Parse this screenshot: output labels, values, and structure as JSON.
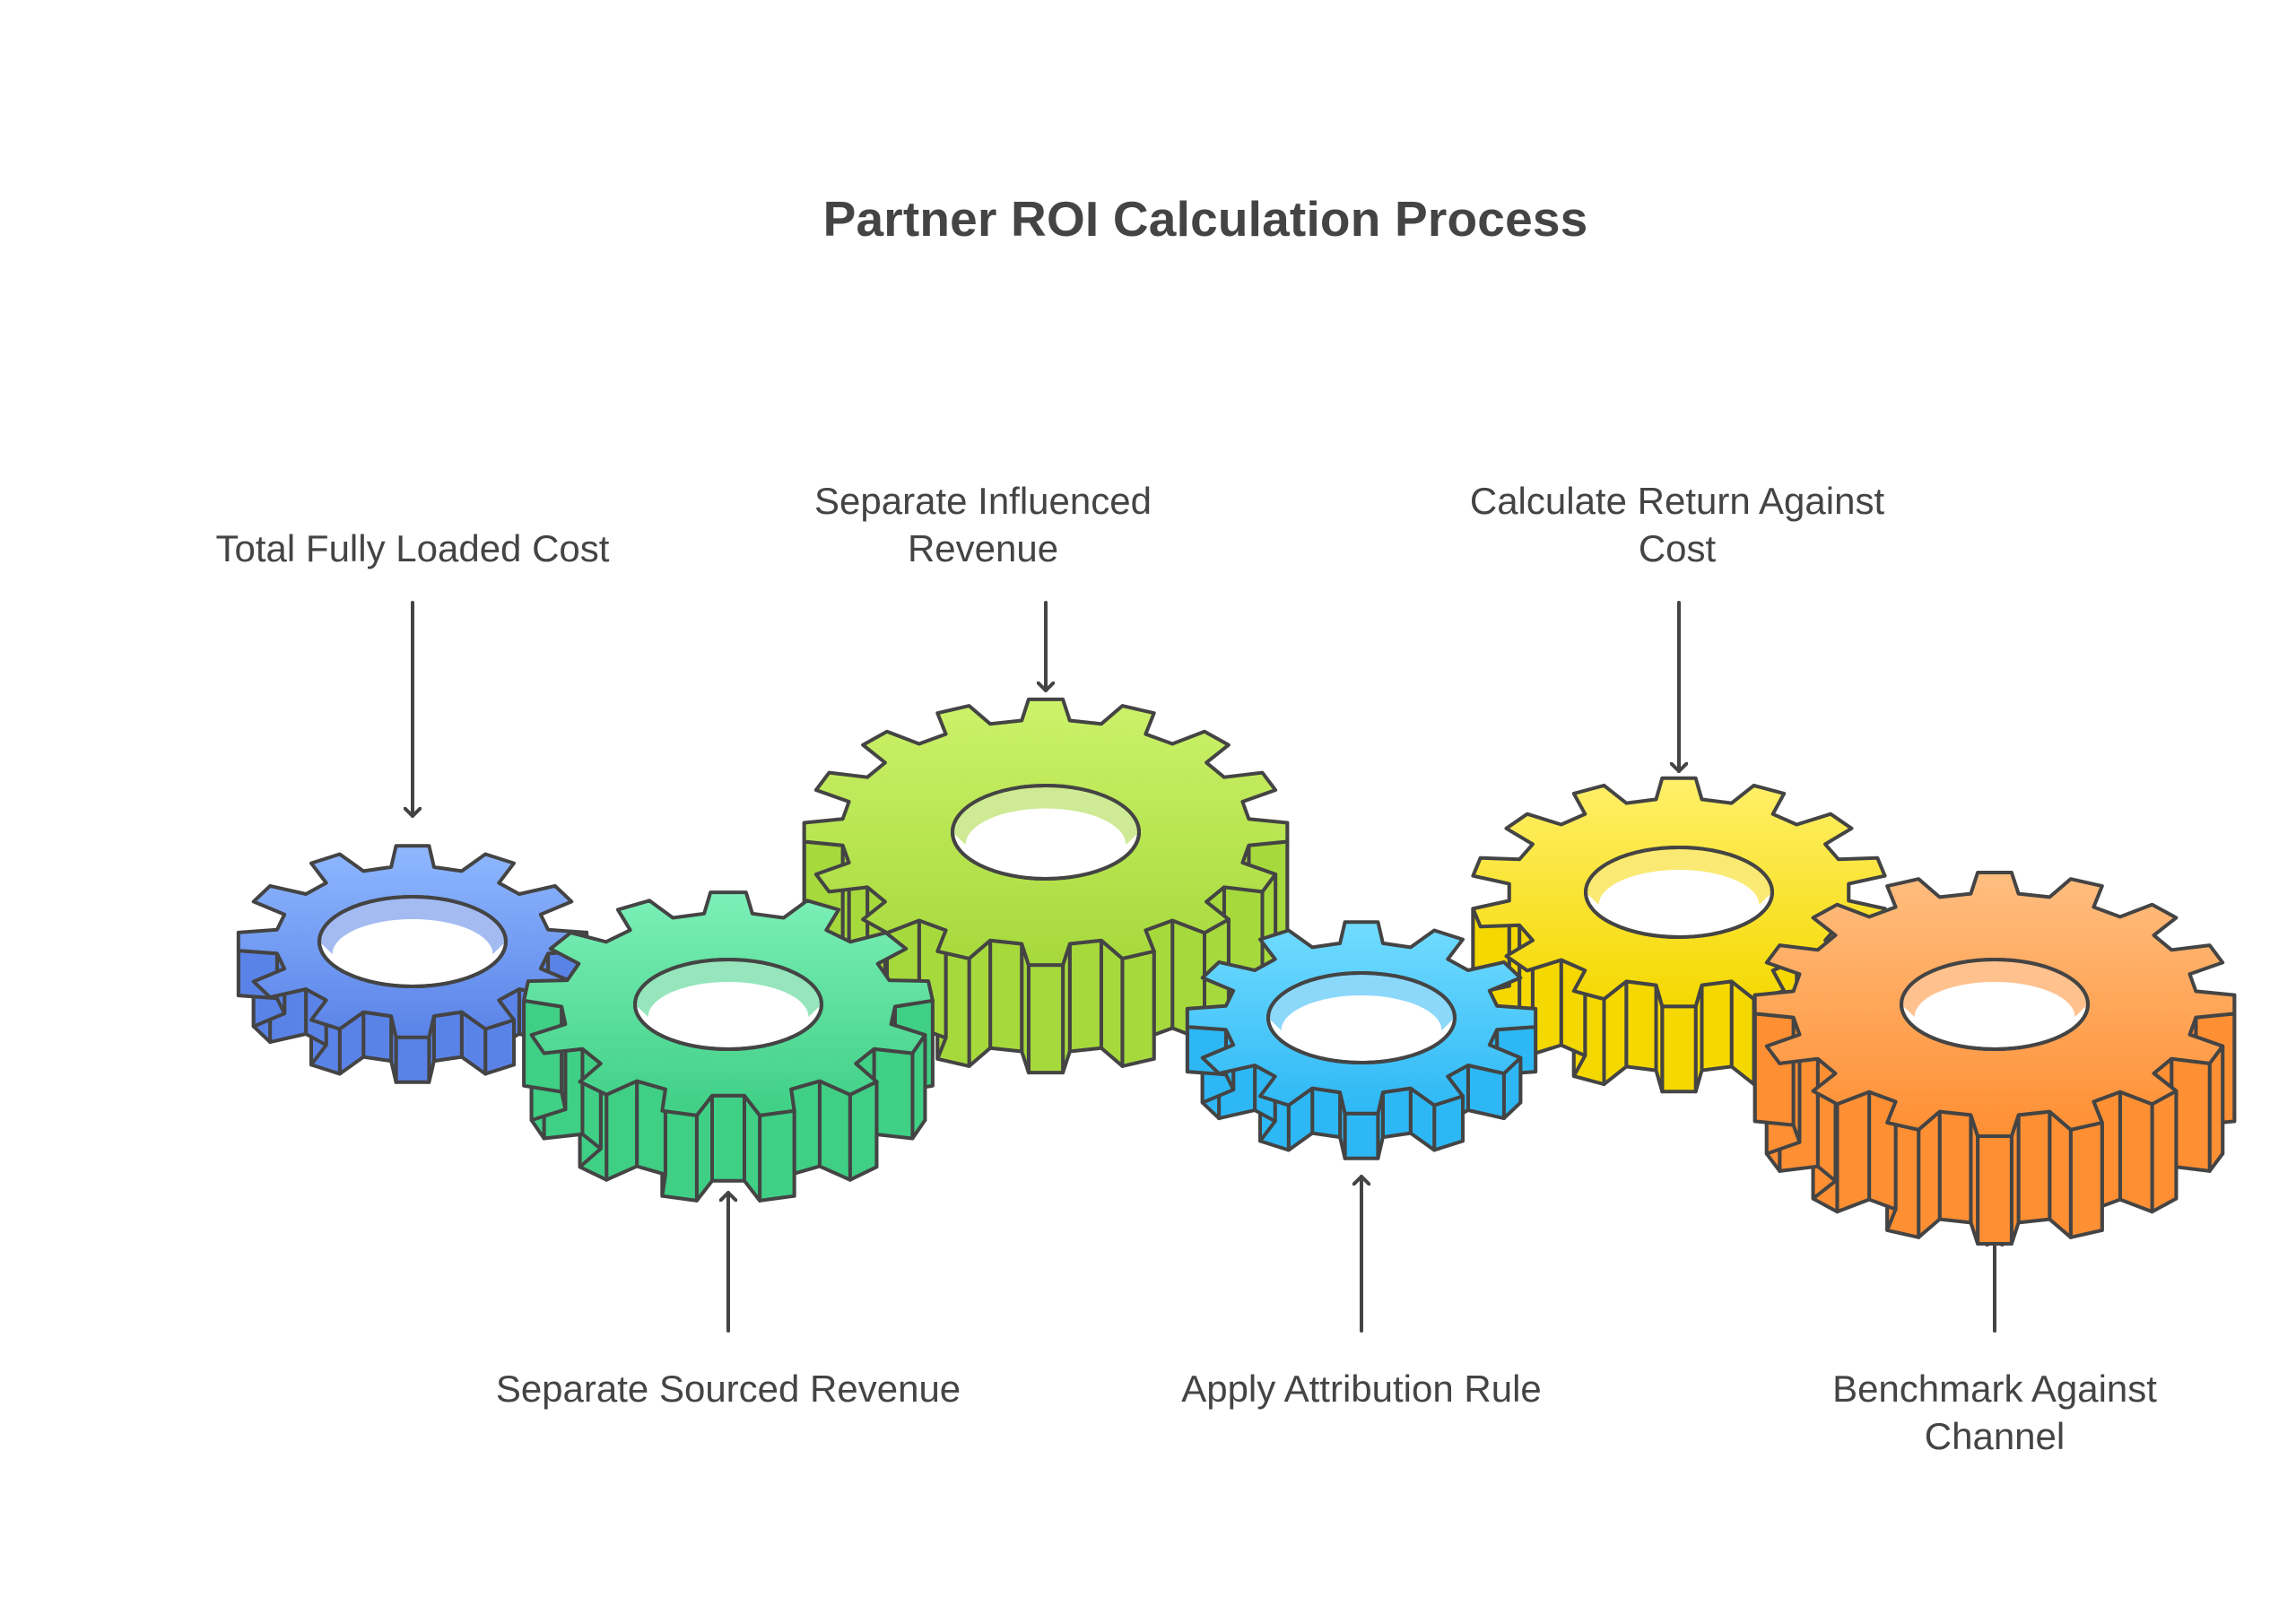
{
  "title": "Partner ROI Calculation Process",
  "steps": [
    {
      "label": "Total Fully Loaded Cost",
      "color_light": "#8fb8ff",
      "color_dark": "#5a83e8",
      "pointer": "above"
    },
    {
      "label": "Separate Sourced Revenue",
      "color_light": "#7cf0b8",
      "color_dark": "#3fcf85",
      "pointer": "below"
    },
    {
      "label": "Separate Influenced Revenue",
      "color_light": "#ccf26a",
      "color_dark": "#a6d93c",
      "pointer": "above"
    },
    {
      "label": "Apply Attribution Rule",
      "color_light": "#72dcff",
      "color_dark": "#2db8f5",
      "pointer": "below"
    },
    {
      "label": "Calculate Return Against Cost",
      "color_light": "#fff06a",
      "color_dark": "#f5d800",
      "pointer": "above"
    },
    {
      "label": "Benchmark Against Channel",
      "color_light": "#ffbe80",
      "color_dark": "#ff8f33",
      "pointer": "below"
    }
  ],
  "outline_color": "#444444"
}
